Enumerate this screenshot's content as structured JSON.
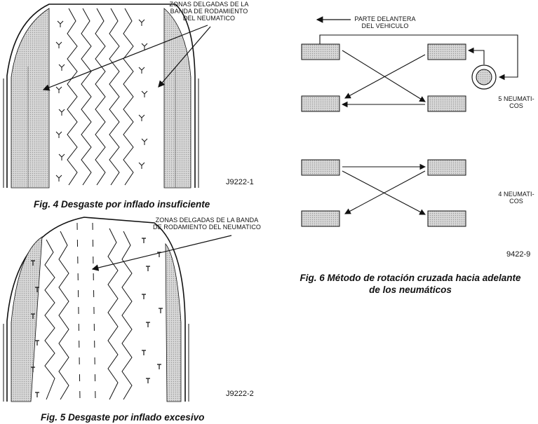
{
  "fig4": {
    "annotation_line1": "ZONAS DELGADAS DE LA",
    "annotation_line2": "BANDA DE RODAMIENTO",
    "annotation_line3": "DEL NEUMATICO",
    "code": "J9222-1",
    "caption": "Fig. 4 Desgaste por inflado insuficiente"
  },
  "fig5": {
    "annotation_line1": "ZONAS DELGADAS DE LA BANDA",
    "annotation_line2": "DE RODAMIENTO DEL NEUMATICO",
    "code": "J9222-2",
    "caption": "Fig. 5 Desgaste por inflado excesivo"
  },
  "fig6": {
    "front_label_line1": "PARTE DELANTERA",
    "front_label_line2": "DEL VEHICULO",
    "five_tire_line1": "5 NEUMATI-",
    "five_tire_line2": "COS",
    "four_tire_line1": "4 NEUMATI-",
    "four_tire_line2": "COS",
    "code": "9422-9",
    "caption_line1": "Fig. 6 Método de rotación cruzada hacia adelante",
    "caption_line2": "de los neumáticos"
  },
  "colors": {
    "line": "#111111",
    "tire_fill": "#cfcfcf",
    "tread_bg": "#ffffff"
  }
}
